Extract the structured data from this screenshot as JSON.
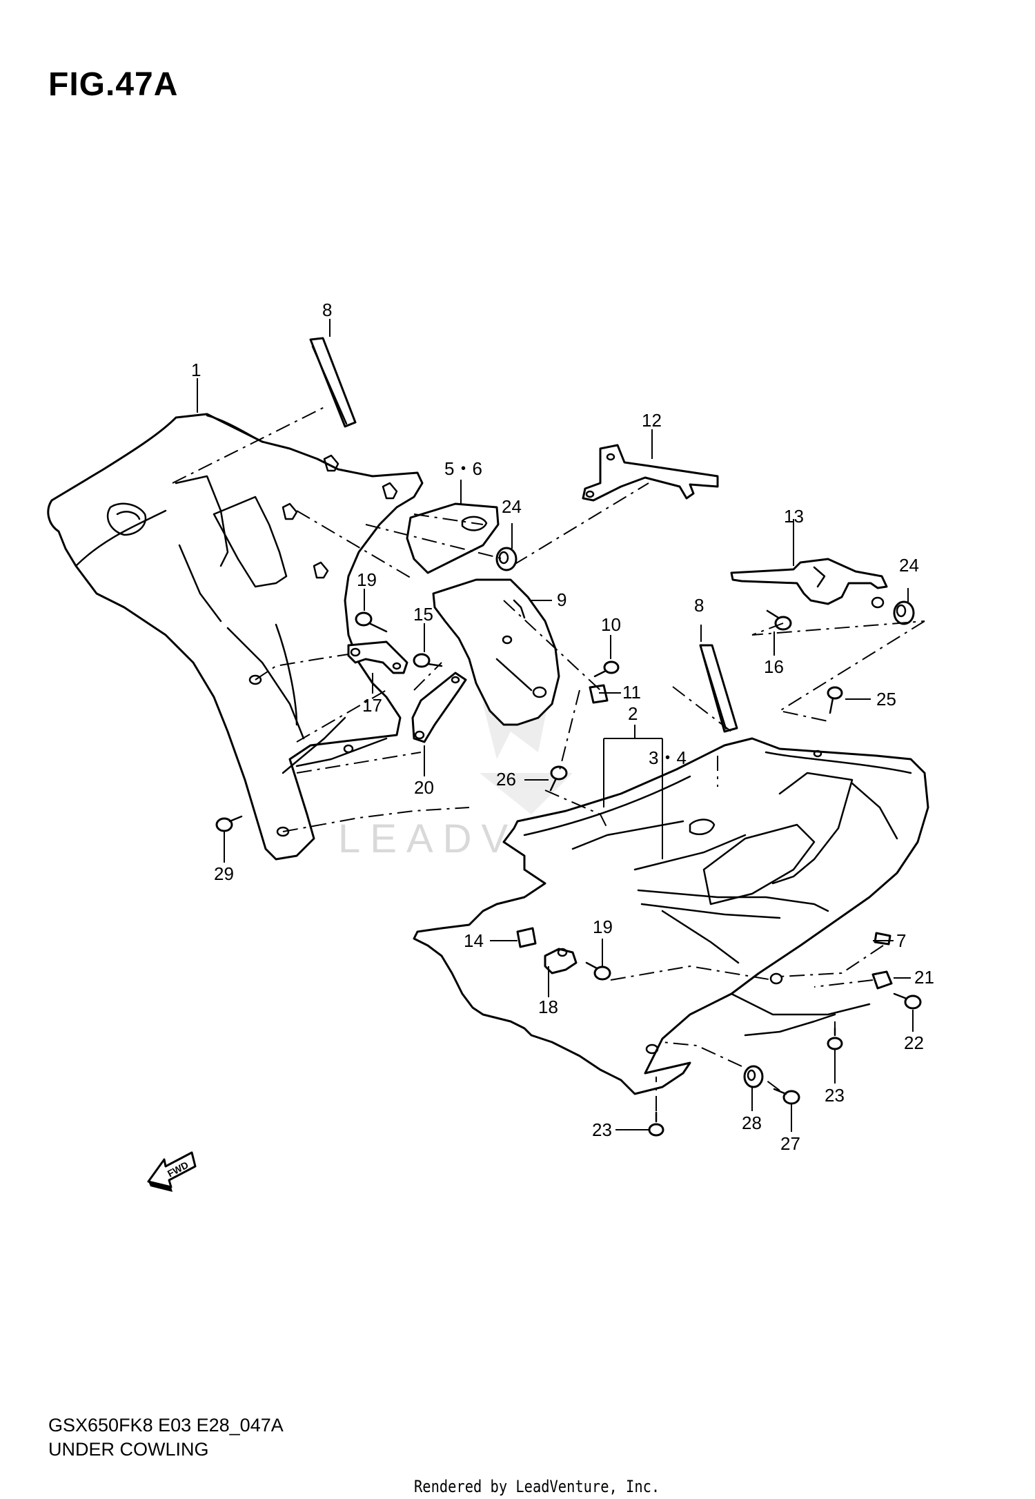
{
  "figure": {
    "title": "FIG.47A",
    "code": "GSX650FK8 E03 E28_047A",
    "name": "UNDER COWLING"
  },
  "watermark": "LEADVENTURE",
  "fwd_label": "FWD",
  "rendered_by": "Rendered by LeadVenture, Inc.",
  "callouts": [
    {
      "id": "c8a",
      "text": "8"
    },
    {
      "id": "c1",
      "text": "1"
    },
    {
      "id": "c12",
      "text": "12"
    },
    {
      "id": "c56",
      "text": "5・6"
    },
    {
      "id": "c24a",
      "text": "24"
    },
    {
      "id": "c13",
      "text": "13"
    },
    {
      "id": "c24b",
      "text": "24"
    },
    {
      "id": "c19a",
      "text": "19"
    },
    {
      "id": "c9",
      "text": "9"
    },
    {
      "id": "c15",
      "text": "15"
    },
    {
      "id": "c10",
      "text": "10"
    },
    {
      "id": "c8b",
      "text": "8"
    },
    {
      "id": "c16",
      "text": "16"
    },
    {
      "id": "c17",
      "text": "17"
    },
    {
      "id": "c11",
      "text": "11"
    },
    {
      "id": "c25",
      "text": "25"
    },
    {
      "id": "c2",
      "text": "2"
    },
    {
      "id": "c34",
      "text": "3・4"
    },
    {
      "id": "c20",
      "text": "20"
    },
    {
      "id": "c26",
      "text": "26"
    },
    {
      "id": "c29",
      "text": "29"
    },
    {
      "id": "c14",
      "text": "14"
    },
    {
      "id": "c19b",
      "text": "19"
    },
    {
      "id": "c7",
      "text": "7"
    },
    {
      "id": "c21",
      "text": "21"
    },
    {
      "id": "c18",
      "text": "18"
    },
    {
      "id": "c22",
      "text": "22"
    },
    {
      "id": "c23a",
      "text": "23"
    },
    {
      "id": "c28",
      "text": "28"
    },
    {
      "id": "c23b",
      "text": "23"
    },
    {
      "id": "c27",
      "text": "27"
    }
  ]
}
